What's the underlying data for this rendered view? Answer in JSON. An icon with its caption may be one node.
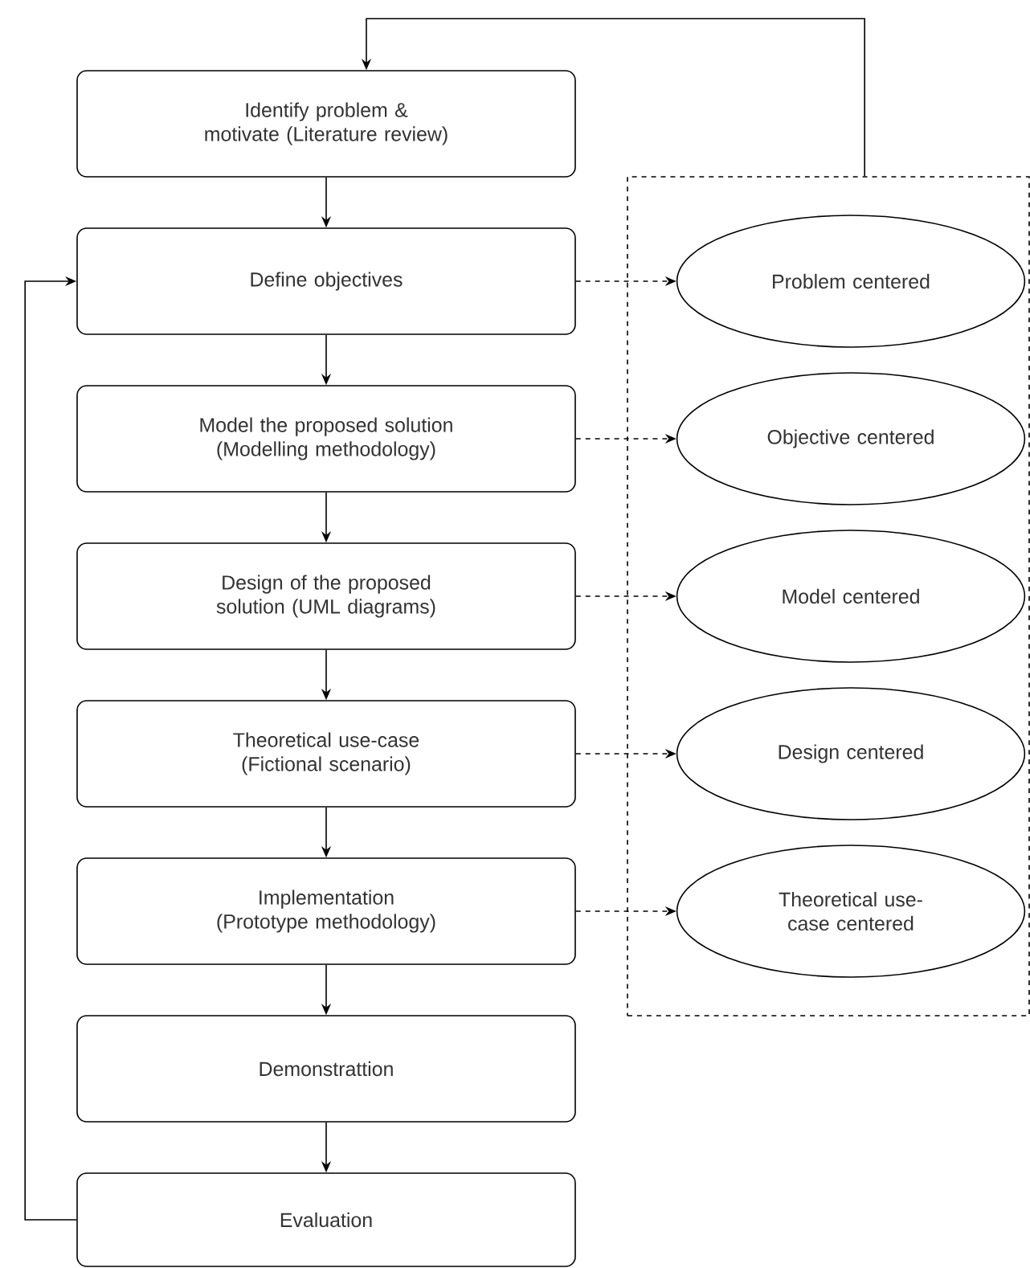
{
  "diagram": {
    "nodes": [
      {
        "text": [
          "Identify problem & motivate (Literature review)"
        ]
      },
      {
        "text": [
          "Define objectives"
        ]
      },
      {
        "text": [
          "Model the proposed solution (Modelling methodology)"
        ]
      },
      {
        "text": [
          "Design of the proposed solution (UML diagrams)"
        ]
      },
      {
        "text": [
          "Theoretical use-case (Fictional scenario)"
        ]
      },
      {
        "text": [
          "Implementation (Prototype methodology)"
        ]
      },
      {
        "text": [
          "Demonstrattion"
        ]
      },
      {
        "text": [
          "Evaluation"
        ]
      },
      {
        "text": [],
        "shape": "box"
      },
      {
        "text": [
          "Problem centered"
        ],
        "in": 8
      },
      {
        "text": [
          "Objective centered"
        ],
        "in": 8
      },
      {
        "text": [
          "Model centered"
        ],
        "in": 8
      },
      {
        "text": [
          "Design centered"
        ],
        "in": 8
      },
      {
        "text": [
          "Theoretical use-case centered"
        ],
        "in": 8
      }
    ],
    "edges": [
      {
        "from": 0,
        "to": 1,
        "arrow": "to"
      },
      {
        "from": 1,
        "to": 2,
        "arrow": "to"
      },
      {
        "from": 2,
        "to": 3,
        "arrow": "to"
      },
      {
        "from": 3,
        "to": 4,
        "arrow": "to"
      },
      {
        "from": 4,
        "to": 5,
        "arrow": "to"
      },
      {
        "from": 5,
        "to": 6,
        "arrow": "to"
      },
      {
        "from": 6,
        "to": 7,
        "arrow": "to"
      },
      {
        "from": 7,
        "to": 1,
        "arrow": "to"
      },
      {
        "from": 8,
        "to": 0,
        "arrow": "to"
      },
      {
        "from": 1,
        "to": 9,
        "arrow": "to",
        "style": "dashed"
      },
      {
        "from": 2,
        "to": 10,
        "arrow": "to",
        "style": "dashed"
      },
      {
        "from": 3,
        "to": 11,
        "arrow": "to",
        "style": "dashed"
      },
      {
        "from": 4,
        "to": 12,
        "arrow": "to",
        "style": "dashed"
      },
      {
        "from": 5,
        "to": 13,
        "arrow": "to",
        "style": "dashed"
      }
    ]
  }
}
